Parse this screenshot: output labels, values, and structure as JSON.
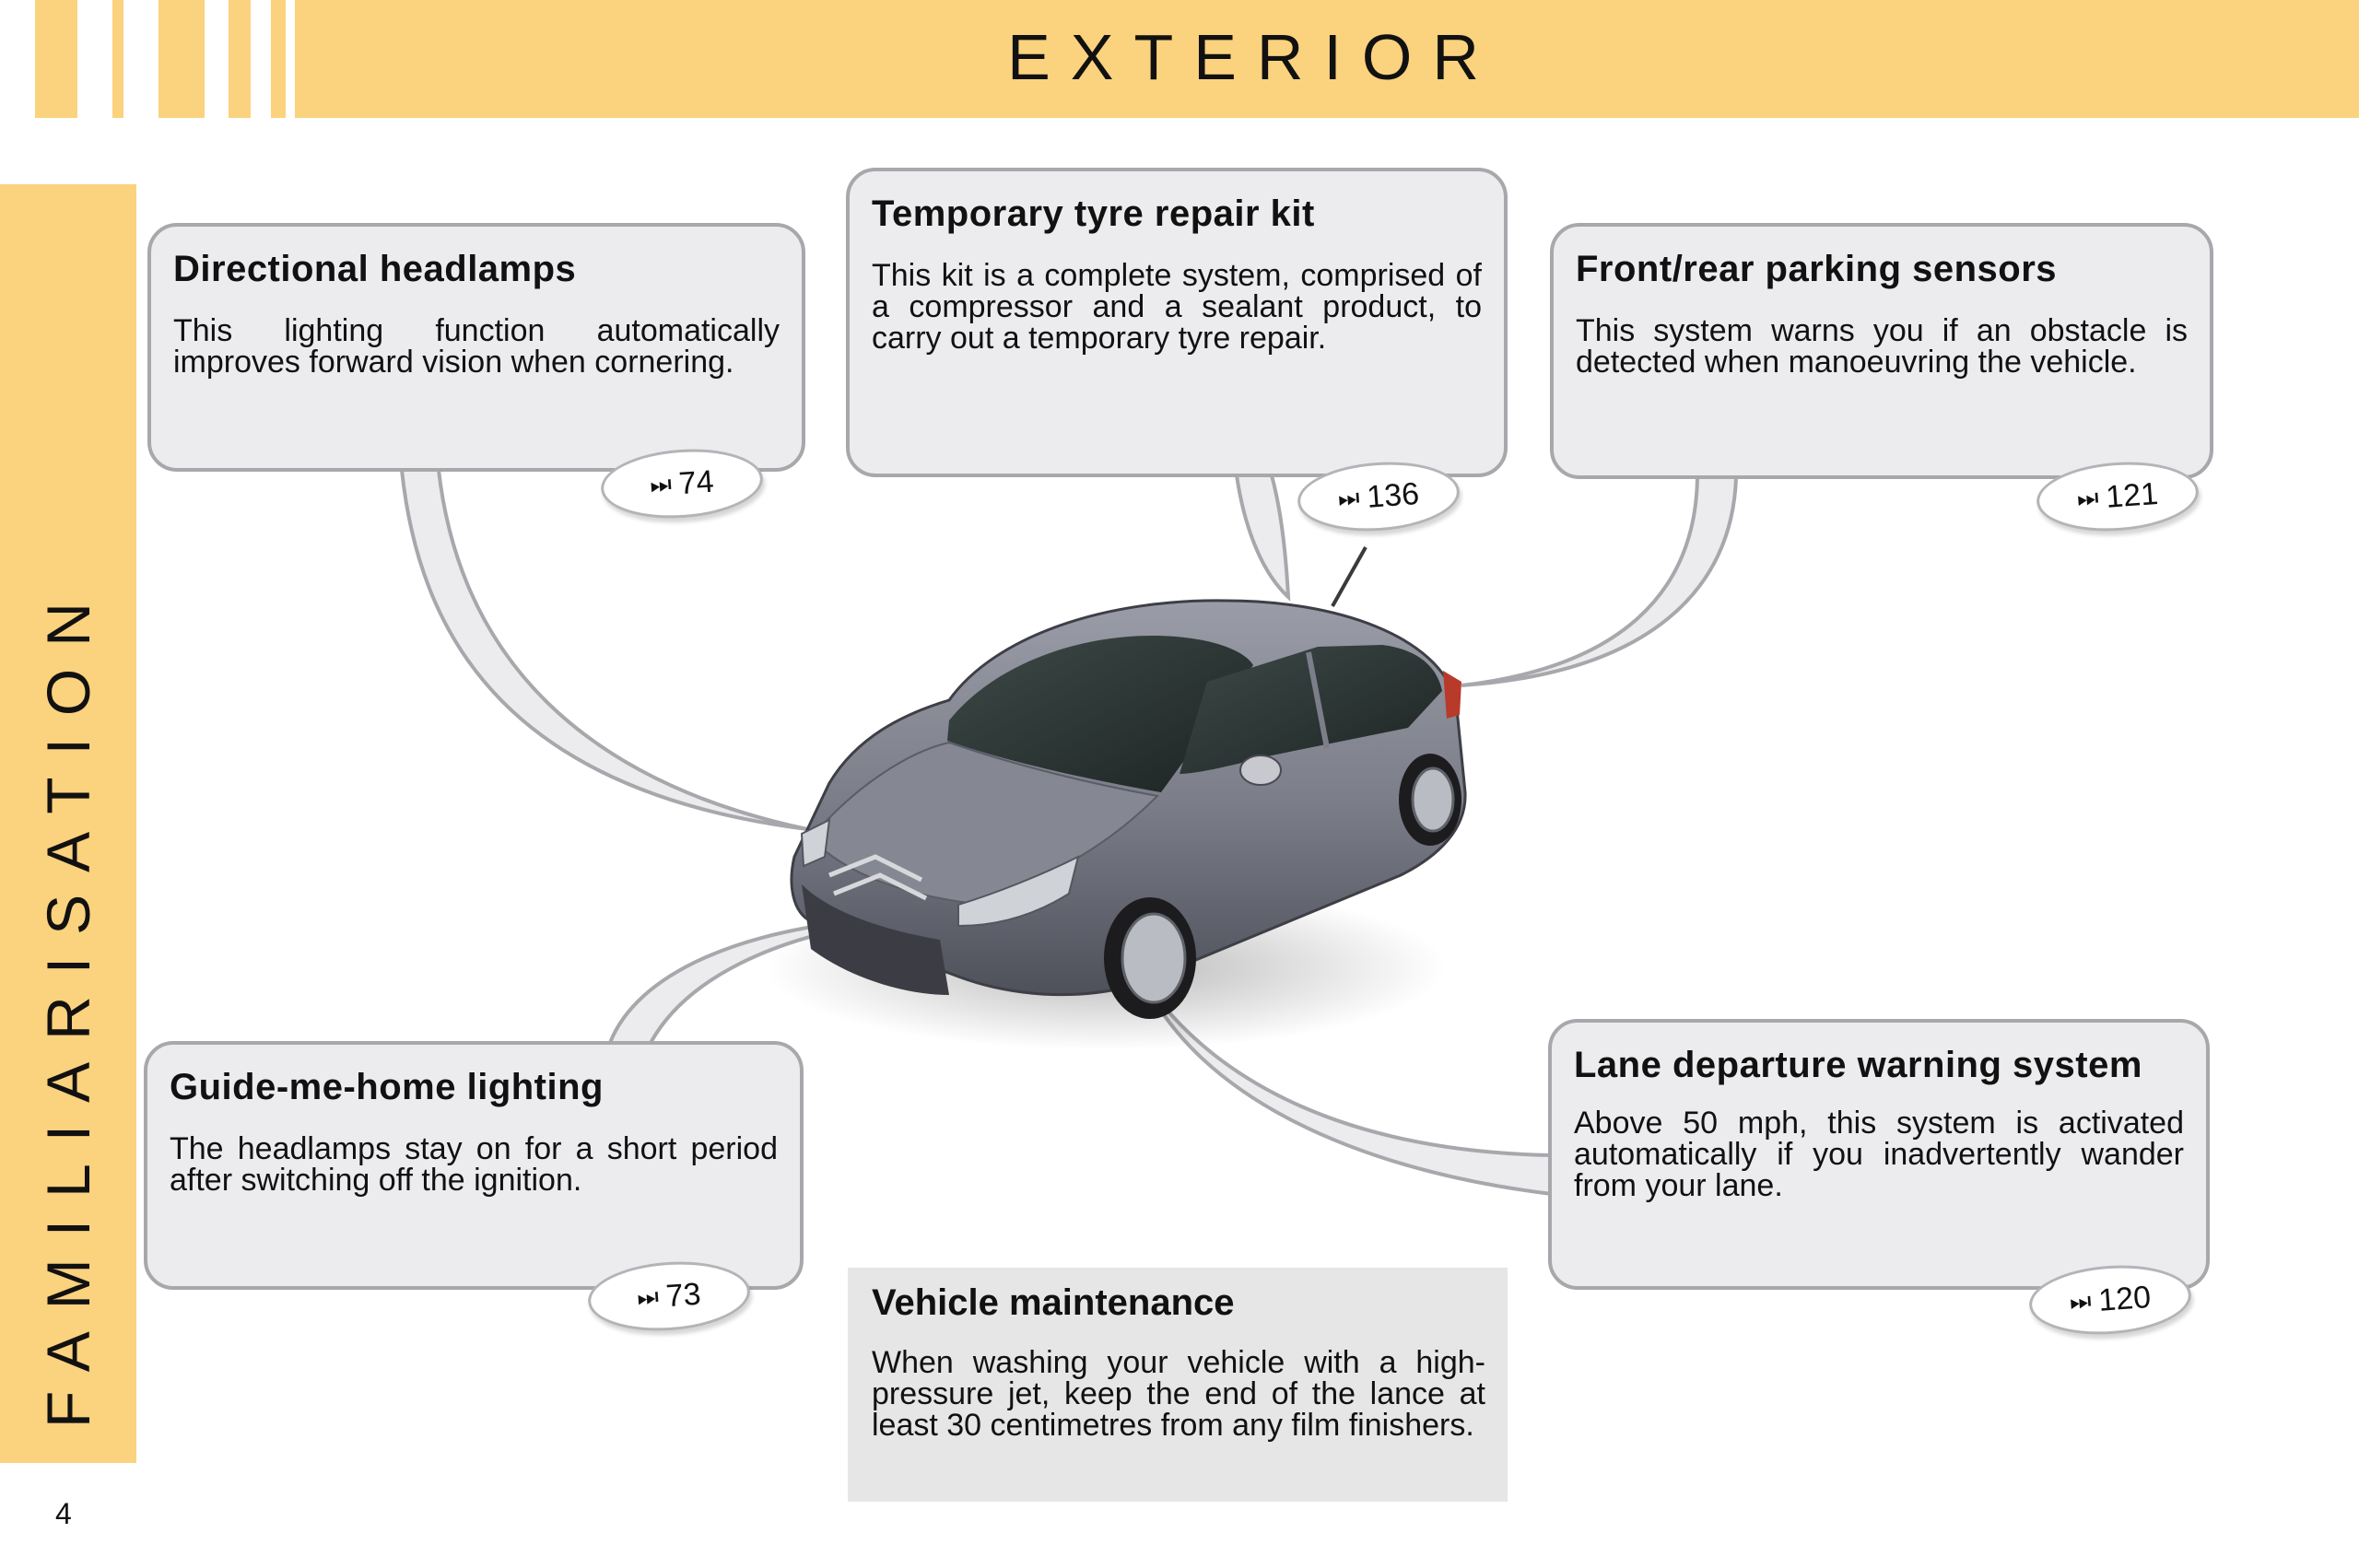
{
  "header": {
    "title": "EXTERIOR"
  },
  "sidebar": {
    "label": "FAMILIARISATION"
  },
  "page_number": "4",
  "callouts": {
    "directional_headlamps": {
      "title": "Directional headlamps",
      "body": "This lighting function automatically improves forward vision when cor­nering.",
      "page_ref": "74"
    },
    "tyre_repair_kit": {
      "title": "Temporary tyre repair kit",
      "body": "This kit is a complete system, com­prised of a compressor and a sealant product, to carry out a temporary tyre repair.",
      "page_ref": "136"
    },
    "parking_sensors": {
      "title": "Front/rear parking sensors",
      "body": "This system warns you if an obsta­cle is detected when manoeuvring the vehicle.",
      "page_ref": "121"
    },
    "guide_me_home": {
      "title": "Guide-me-home lighting",
      "body": "The headlamps stay on for a short period after switching off the ignition.",
      "page_ref": "73"
    },
    "lane_departure": {
      "title": "Lane departure warning system",
      "body": "Above 50 mph, this system is acti­vated automatically if you inadvert­ently wander from your lane.",
      "page_ref": "120"
    }
  },
  "maintenance": {
    "title": "Vehicle maintenance",
    "body": "When washing your vehicle with a high-pressure jet, keep the end of the lance at least 30 centimetres from any film finishers."
  },
  "icons": {
    "page_ref_icon": "skip-forward-icon",
    "glyph": "⏭"
  },
  "colors": {
    "accent": "#fbd27e",
    "callout_fill": "#ececee",
    "callout_border": "#a8a8ac",
    "car_body": "#7c7e8a"
  }
}
